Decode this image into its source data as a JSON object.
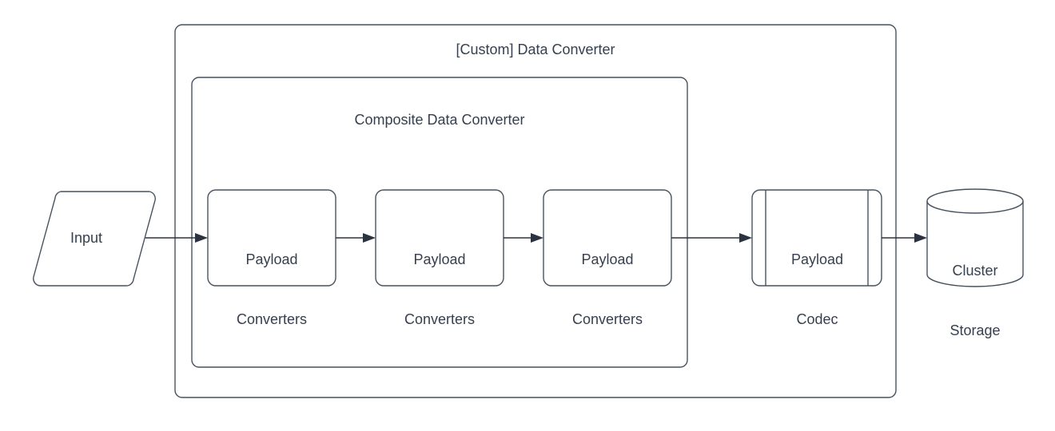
{
  "diagram": {
    "title": "[Custom] Data Converter",
    "type": "flowchart",
    "background_color": "#ffffff",
    "stroke_color": "#47525f",
    "text_color": "#36404e",
    "arrow_color": "#2b3340",
    "containers": [
      {
        "name": "custom-data-converter",
        "label": "[Custom] Data Converter",
        "shape": "rounded-rectangle",
        "label_position": "top-center"
      },
      {
        "name": "composite-data-converter",
        "label": "Composite Data Converter",
        "shape": "rounded-rectangle",
        "label_position": "top-center"
      }
    ],
    "nodes": [
      {
        "name": "input",
        "label": "Input",
        "shape": "parallelogram"
      },
      {
        "name": "payload-converters-1",
        "label": "Payload\nConverters",
        "line1": "Payload",
        "line2": "Converters",
        "shape": "rounded-rectangle"
      },
      {
        "name": "payload-converters-2",
        "label": "Payload\nConverters",
        "line1": "Payload",
        "line2": "Converters",
        "shape": "rounded-rectangle"
      },
      {
        "name": "payload-converters-3",
        "label": "Payload\nConverters",
        "line1": "Payload",
        "line2": "Converters",
        "shape": "rounded-rectangle"
      },
      {
        "name": "payload-codec",
        "label": "Payload\nCodec",
        "line1": "Payload",
        "line2": "Codec",
        "shape": "predefined-process"
      },
      {
        "name": "cluster-storage",
        "label": "Cluster\nStorage",
        "line1": "Cluster",
        "line2": "Storage",
        "shape": "cylinder"
      }
    ],
    "edges": [
      {
        "name": "edge-input-to-pc1",
        "from": "input",
        "to": "payload-converters-1",
        "arrow": "single"
      },
      {
        "name": "edge-pc1-to-pc2",
        "from": "payload-converters-1",
        "to": "payload-converters-2",
        "arrow": "single"
      },
      {
        "name": "edge-pc2-to-pc3",
        "from": "payload-converters-2",
        "to": "payload-converters-3",
        "arrow": "single"
      },
      {
        "name": "edge-pc3-to-codec",
        "from": "payload-converters-3",
        "to": "payload-codec",
        "arrow": "single"
      },
      {
        "name": "edge-codec-to-storage",
        "from": "payload-codec",
        "to": "cluster-storage",
        "arrow": "single"
      }
    ]
  }
}
